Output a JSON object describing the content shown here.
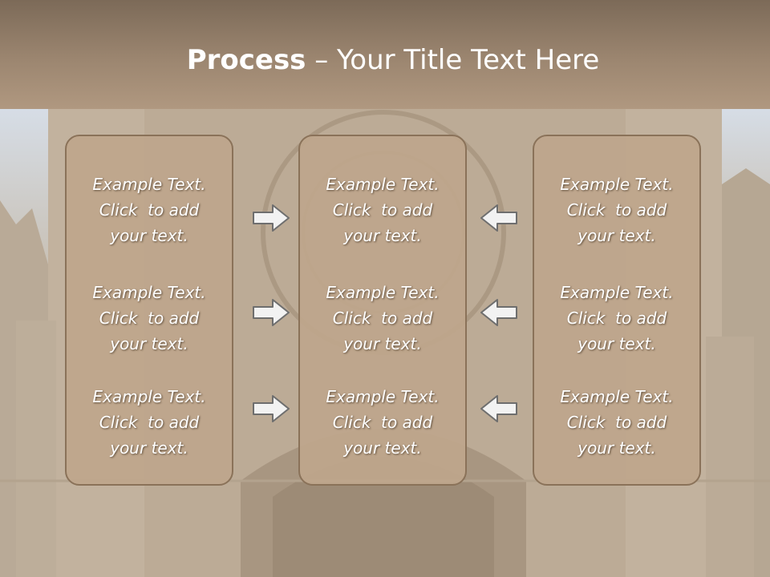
{
  "title": {
    "bold": "Process",
    "rest": " – Your Title Text Here"
  },
  "panels": [
    {
      "blocks": [
        {
          "l1": "Example Text.",
          "l2": "Click  to add",
          "l3": "your text."
        },
        {
          "l1": "Example Text.",
          "l2": "Click  to add",
          "l3": "your text."
        },
        {
          "l1": "Example Text.",
          "l2": "Click  to add",
          "l3": "your text."
        }
      ]
    },
    {
      "blocks": [
        {
          "l1": "Example Text.",
          "l2": "Click  to add",
          "l3": "your text."
        },
        {
          "l1": "Example Text.",
          "l2": "Click  to add",
          "l3": "your text."
        },
        {
          "l1": "Example Text.",
          "l2": "Click  to add",
          "l3": "your text."
        }
      ]
    },
    {
      "blocks": [
        {
          "l1": "Example Text.",
          "l2": "Click  to add",
          "l3": "your text."
        },
        {
          "l1": "Example Text.",
          "l2": "Click  to add",
          "l3": "your text."
        },
        {
          "l1": "Example Text.",
          "l2": "Click  to add",
          "l3": "your text."
        }
      ]
    }
  ],
  "arrows": {
    "left_group": "right-arrow-icon",
    "right_group": "left-arrow-icon"
  },
  "colors": {
    "title_bar": "#8c7864",
    "panel_fill": "#bea68c",
    "panel_border": "#8a7259",
    "text": "#ffffff",
    "arrow_fill": "#f2f2f2",
    "arrow_stroke": "#6e6e6e"
  }
}
